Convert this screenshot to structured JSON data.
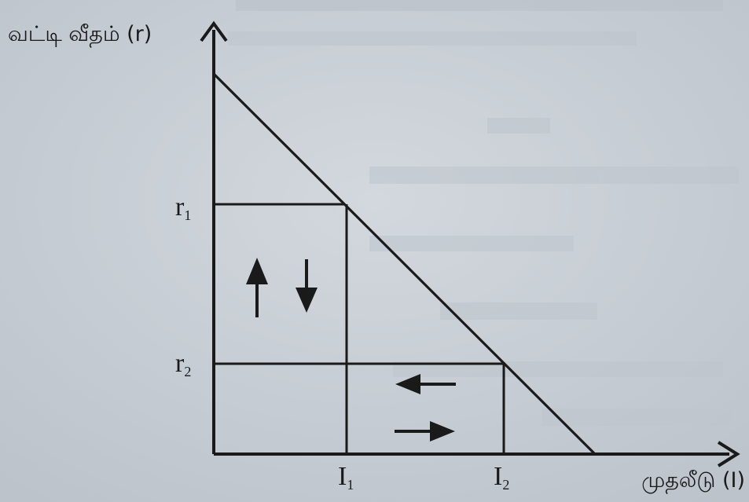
{
  "y_axis_label": "வட்டி வீதம் (r)",
  "x_axis_label": "முதலீடு (I)",
  "rate_levels": [
    {
      "symbol": "r",
      "sub": "1"
    },
    {
      "symbol": "r",
      "sub": "2"
    }
  ],
  "investment_levels": [
    {
      "symbol": "I",
      "sub": "1"
    },
    {
      "symbol": "I",
      "sub": "2"
    }
  ],
  "colors": {
    "ink": "#1a1a1a",
    "paper": "#c9cfd6"
  }
}
